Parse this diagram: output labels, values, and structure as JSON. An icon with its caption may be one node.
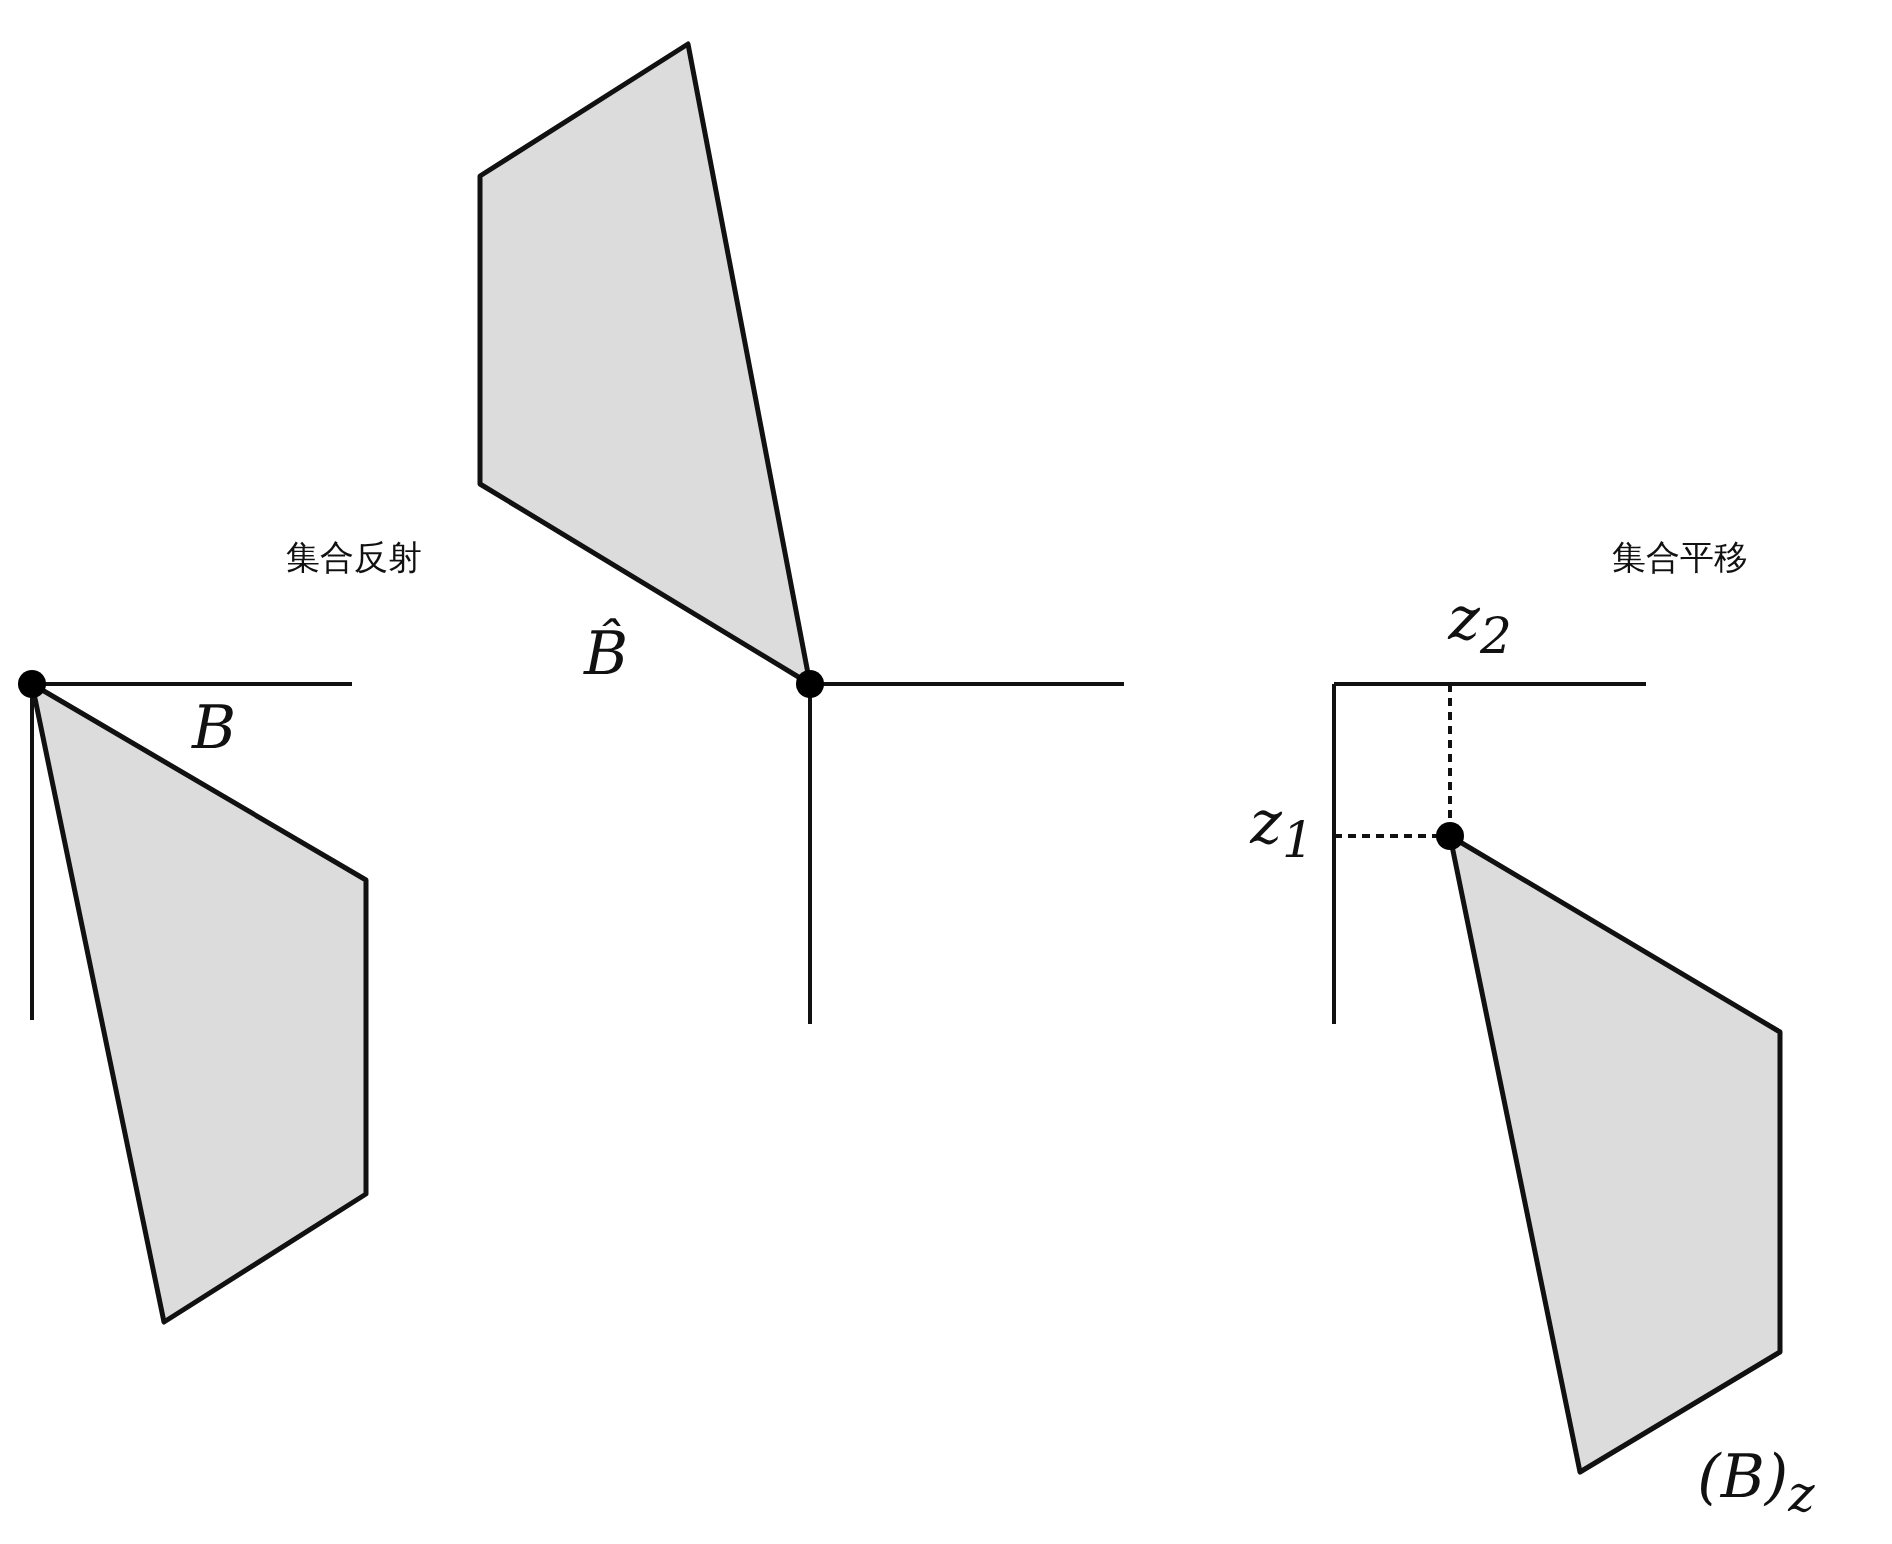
{
  "diagram": {
    "labels": [
      "集合反射",
      "集合平移",
      "z$_{2}$",
      "B̂",
      "B",
      "z$_{1}$",
      "(B)$_{z}$"
    ]
  }
}
